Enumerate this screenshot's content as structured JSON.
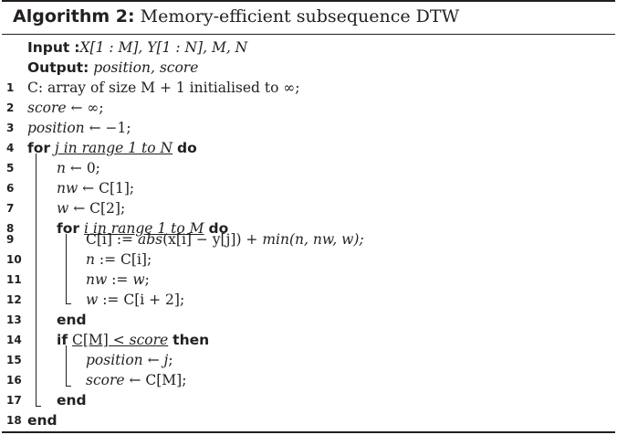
{
  "algorithm": {
    "label": "Algorithm 2:",
    "title": "Memory-efficient subsequence DTW"
  },
  "input": {
    "keyword": "Input",
    "colon": ":",
    "value": "X[1 : M], Y[1 : N], M, N"
  },
  "output": {
    "keyword": "Output:",
    "value": "position, score"
  },
  "lines": {
    "l1": {
      "num": "1",
      "text": "C: array of size M + 1 initialised to ∞;"
    },
    "l2": {
      "num": "2",
      "var": "score",
      "rest": " ← ∞;"
    },
    "l3": {
      "num": "3",
      "var": "position",
      "rest": " ← −1;"
    },
    "l4": {
      "num": "4",
      "kw_for": "for",
      "cond": "j in range 1 to N",
      "kw_do": "do"
    },
    "l5": {
      "num": "5",
      "var": "n",
      "rest": " ← 0;"
    },
    "l6": {
      "num": "6",
      "var": "nw",
      "rest": " ← C[1];"
    },
    "l7": {
      "num": "7",
      "var": "w",
      "rest": " ← C[2];"
    },
    "l8": {
      "num": "8",
      "kw_for": "for",
      "cond": "i in range 1 to M",
      "kw_do": "do"
    },
    "l9": {
      "num": "9",
      "lhs": "C[i] := ",
      "abs": "abs",
      "mid": "(x[i] − y[j]) + ",
      "min": "min",
      "args": "(n, nw, w);"
    },
    "l10": {
      "num": "10",
      "var": "n",
      "rest": " := C[i];"
    },
    "l11": {
      "num": "11",
      "var": "nw",
      "mid": " := ",
      "var2": "w",
      "rest": ";"
    },
    "l12": {
      "num": "12",
      "var": "w",
      "rest": " := C[i + 2];"
    },
    "l13": {
      "num": "13",
      "kw": "end"
    },
    "l14": {
      "num": "14",
      "kw_if": "if",
      "cond_pre": "C[M] < ",
      "cond_var": "score",
      "kw_then": "then"
    },
    "l15": {
      "num": "15",
      "var": "position",
      "rest": " ← ",
      "var2": "j",
      "end": ";"
    },
    "l16": {
      "num": "16",
      "var": "score",
      "rest": " ← C[M];"
    },
    "l17": {
      "num": "17",
      "kw": "end"
    },
    "l18": {
      "num": "18",
      "kw": "end"
    }
  }
}
